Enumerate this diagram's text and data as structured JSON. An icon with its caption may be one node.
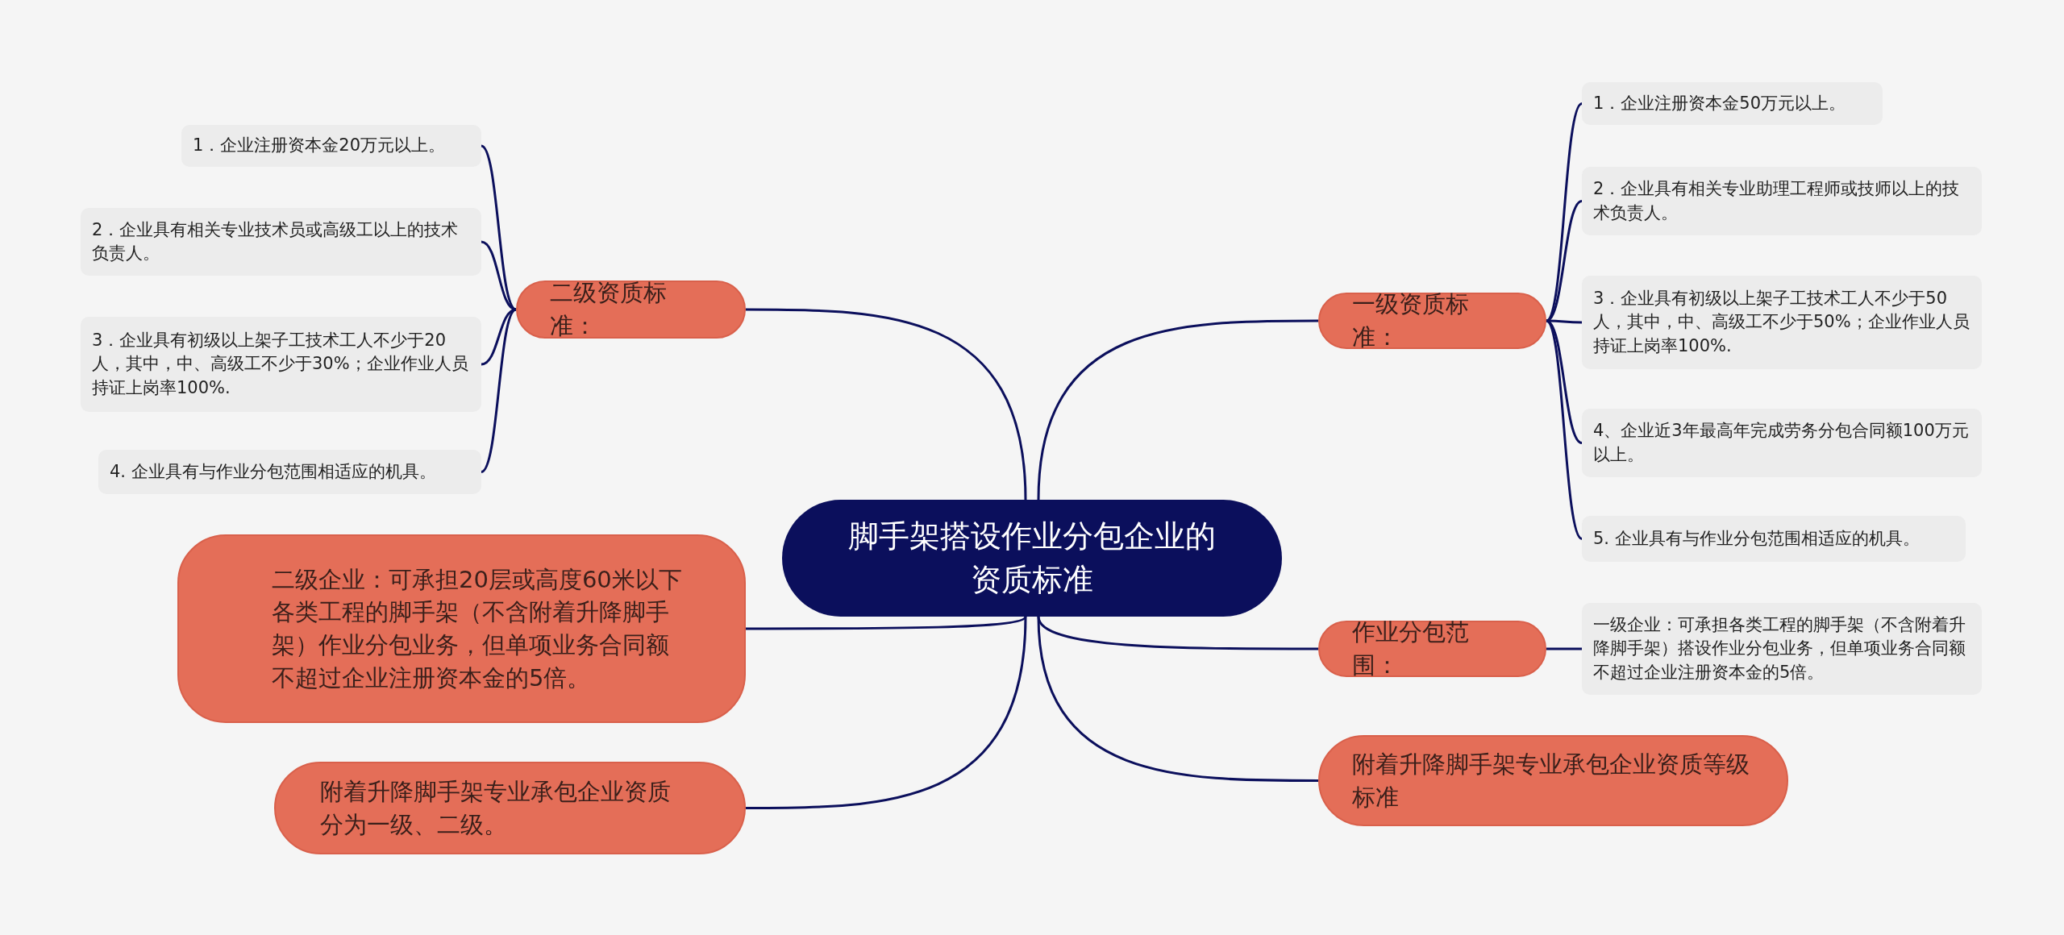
{
  "diagram": {
    "nodes": [
      {
        "text": [
          "脚手架搭设作业分包企业的资质标准"
        ]
      },
      {
        "text": [
          "二级资质标准："
        ]
      },
      {
        "text": [
          "1．企业注册资本金20万元以上。"
        ]
      },
      {
        "text": [
          "2．企业具有相关专业技术员或高级工以上的技术负责人。"
        ]
      },
      {
        "text": [
          "3．企业具有初级以上架子工技术工人不少于20人，其中，中、高级工不少于30%；企业作业人员持证上岗率100%."
        ]
      },
      {
        "text": [
          "4. 企业具有与作业分包范围相适应的机具。"
        ]
      },
      {
        "text": [
          "一级资质标准："
        ]
      },
      {
        "text": [
          "1．企业注册资本金50万元以上。"
        ]
      },
      {
        "text": [
          "2．企业具有相关专业助理工程师或技师以上的技术负责人。"
        ]
      },
      {
        "text": [
          "3．企业具有初级以上架子工技术工人不少于50人，其中，中、高级工不少于50%；企业作业人员持证上岗率100%."
        ]
      },
      {
        "text": [
          "4、企业近3年最高年完成劳务分包合同额100万元以上。"
        ]
      },
      {
        "text": [
          "5. 企业具有与作业分包范围相适应的机具。"
        ]
      },
      {
        "text": [
          "作业分包范围："
        ]
      },
      {
        "text": [
          "一级企业：可承担各类工程的脚手架（不含附着升降脚手架）搭设作业分包业务，但单项业务合同额不超过企业注册资本金的5倍。"
        ]
      },
      {
        "text": [
          "附着升降脚手架专业承包企业资质等级标准"
        ]
      },
      {
        "text": [
          "二级企业：可承担20层或高度60米以下各类工程的脚手架（不含附着升降脚手架）作业分包业务，但单项业务合同额不超过企业注册资本金的5倍。"
        ]
      },
      {
        "text": [
          "附着升降脚手架专业承包企业资质分为一级、二级。"
        ]
      }
    ],
    "edges": [
      {
        "from": 0,
        "to": 1,
        "arrow": "none"
      },
      {
        "from": 1,
        "to": 2,
        "arrow": "none"
      },
      {
        "from": 1,
        "to": 3,
        "arrow": "none"
      },
      {
        "from": 1,
        "to": 4,
        "arrow": "none"
      },
      {
        "from": 1,
        "to": 5,
        "arrow": "none"
      },
      {
        "from": 0,
        "to": 6,
        "arrow": "none"
      },
      {
        "from": 6,
        "to": 7,
        "arrow": "none"
      },
      {
        "from": 6,
        "to": 8,
        "arrow": "none"
      },
      {
        "from": 6,
        "to": 9,
        "arrow": "none"
      },
      {
        "from": 6,
        "to": 10,
        "arrow": "none"
      },
      {
        "from": 6,
        "to": 11,
        "arrow": "none"
      },
      {
        "from": 0,
        "to": 12,
        "arrow": "none"
      },
      {
        "from": 12,
        "to": 13,
        "arrow": "none"
      },
      {
        "from": 0,
        "to": 14,
        "arrow": "none"
      },
      {
        "from": 0,
        "to": 15,
        "arrow": "none"
      },
      {
        "from": 0,
        "to": 16,
        "arrow": "none"
      }
    ]
  }
}
